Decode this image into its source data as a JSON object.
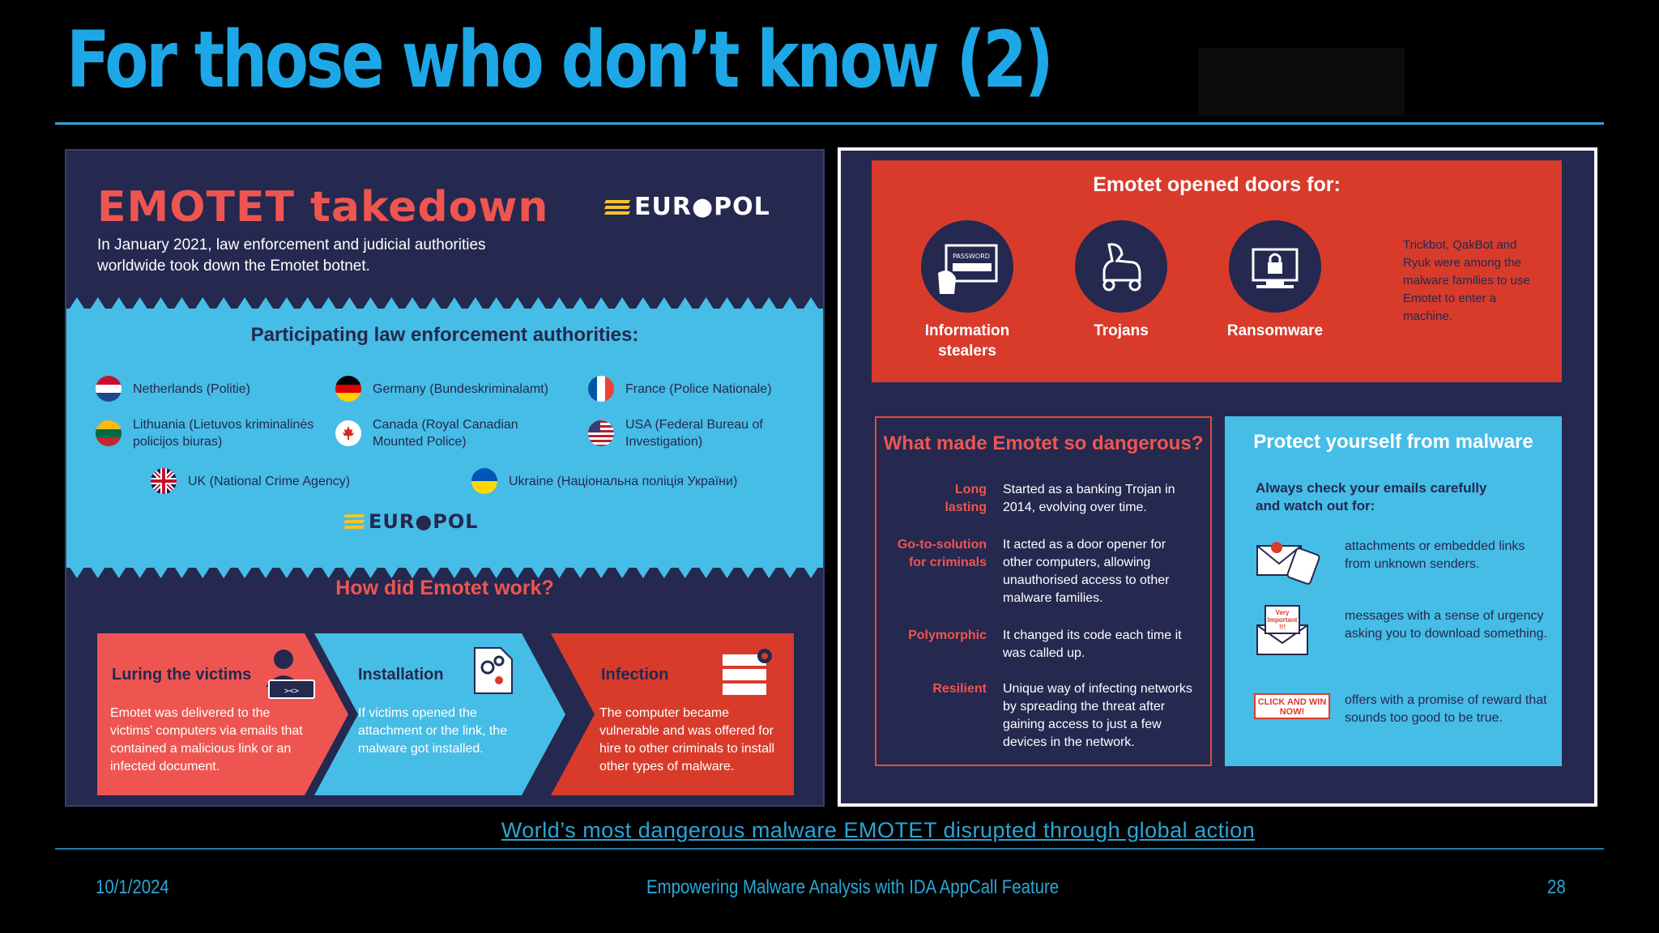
{
  "slide": {
    "title": "For those who don’t know (2)",
    "source_link": "World’s most dangerous malware EMOTET disrupted through global action",
    "footer_date": "10/1/2024",
    "footer_center": "Empowering Malware Analysis with IDA AppCall Feature",
    "page_number": "28"
  },
  "left": {
    "title": "EMOTET takedown",
    "logo": "EUR●POL",
    "intro": "In January 2021, law enforcement and judicial authorities worldwide took down the Emotet botnet.",
    "authorities_heading": "Participating law enforcement authorities:",
    "authorities": [
      {
        "flag": "netherlands-flag",
        "text": "Netherlands (Politie)"
      },
      {
        "flag": "germany-flag",
        "text": "Germany (Bundeskriminalamt)"
      },
      {
        "flag": "france-flag",
        "text": "France (Police Nationale)"
      },
      {
        "flag": "lithuania-flag",
        "text": "Lithuania (Lietuvos kriminalinės policijos biuras)"
      },
      {
        "flag": "canada-flag",
        "text": "Canada (Royal Canadian Mounted Police)"
      },
      {
        "flag": "usa-flag",
        "text": "USA (Federal Bureau of Investigation)"
      },
      {
        "flag": "uk-flag",
        "text": "UK (National Crime Agency)"
      },
      {
        "flag": "ukraine-flag",
        "text": "Ukraine (Національна поліція України)"
      }
    ],
    "how_heading": "How did Emotet work?",
    "steps": [
      {
        "title": "Luring the victims",
        "text": "Emotet was delivered to the victims’ computers via emails that contained a malicious link or an infected document.",
        "color": "#ef5550",
        "icon": "hacker-icon"
      },
      {
        "title": "Installation",
        "text": "If victims opened the attachment or the link, the malware got installed.",
        "color": "#46bde6",
        "icon": "gear-document-icon"
      },
      {
        "title": "Infection",
        "text": "The computer became vulnerable and was offered for hire to other criminals to install other types of malware.",
        "color": "#d93b2b",
        "icon": "server-icon"
      }
    ]
  },
  "right": {
    "doors_heading": "Emotet opened doors for:",
    "doors": [
      {
        "label": "Information stealers",
        "icon": "password-theft-icon"
      },
      {
        "label": "Trojans",
        "icon": "trojan-horse-icon"
      },
      {
        "label": "Ransomware",
        "icon": "lock-screen-icon"
      }
    ],
    "doors_note": "Trickbot, QakBot and Ryuk were among the malware families to use Emotet to enter a machine.",
    "danger_heading": "What made Emotet so dangerous?",
    "dangers": [
      {
        "key": "Long lasting",
        "value": "Started as a banking Trojan in 2014, evolving over time."
      },
      {
        "key": "Go-to-solution for criminals",
        "value": "It acted as a door opener for other computers, allowing unauthorised access to other malware families."
      },
      {
        "key": "Polymorphic",
        "value": "It changed its code each time it was called up."
      },
      {
        "key": "Resilient",
        "value": "Unique way of infecting networks by spreading the threat after gaining access to just a few devices in the network."
      }
    ],
    "protect_heading": "Protect yourself from malware",
    "protect_sub": "Always check your emails carefully and watch out for:",
    "protect_items": [
      {
        "text": "attachments or embedded links from unknown senders.",
        "icon": "malicious-attachment-icon"
      },
      {
        "text": "messages with a sense of urgency asking you to download something.",
        "icon": "urgent-email-icon",
        "badge": "Very Important !!!"
      },
      {
        "text": "offers with a promise of reward that sounds too good to be true.",
        "icon": "click-win-badge-icon",
        "badge": "CLICK AND WIN NOW!"
      }
    ]
  },
  "colors": {
    "accent": "#1ea7e6",
    "navy": "#25284f",
    "light_blue": "#46bde6",
    "red": "#d93b2b",
    "coral": "#ef5550"
  }
}
